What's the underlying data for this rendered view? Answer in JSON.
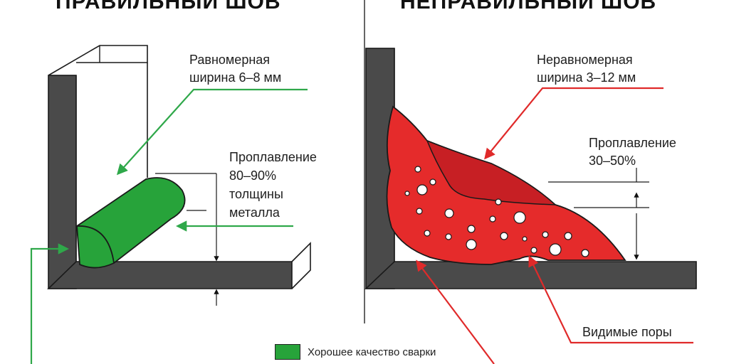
{
  "left": {
    "heading": "ПРАВИЛЬНЫЙ ШОВ",
    "width_label": [
      "Равномерная",
      "ширина 6–8 мм"
    ],
    "penetration_label": [
      "Проплавление",
      "80–90%",
      "толщины",
      "металла"
    ]
  },
  "right": {
    "heading": "НЕПРАВИЛЬНЫЙ ШОВ",
    "width_label": [
      "Неравномерная",
      "ширина 3–12 мм"
    ],
    "penetration_label": [
      "Проплавление",
      "30–50%"
    ],
    "pores_label": "Видимые поры"
  },
  "legend": {
    "label": "Хорошее качество сварки",
    "color": "#27a33a"
  },
  "colors": {
    "good_weld": "#27a33a",
    "bad_weld": "#e52b2b",
    "bad_weld_dark": "#c71f24",
    "plate": "#4a4a4a",
    "good_arrow": "#2fa84a",
    "bad_arrow": "#e02a2a"
  }
}
